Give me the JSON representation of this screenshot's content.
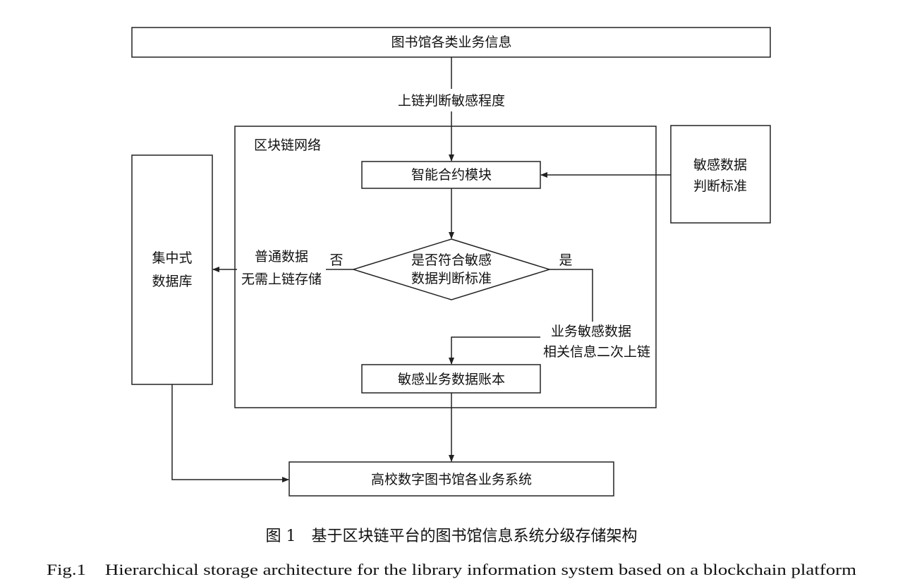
{
  "nodes": {
    "library_info": "图书馆各类业务信息",
    "blockchain_network": "区块链网络",
    "smart_contract": "智能合约模块",
    "sensitive_criteria_line1": "敏感数据",
    "sensitive_criteria_line2": "判断标准",
    "decision_line1": "是否符合敏感",
    "decision_line2": "数据判断标准",
    "central_db_line1": "集中式",
    "central_db_line2": "数据库",
    "sensitive_ledger": "敏感业务数据账本",
    "library_systems": "高校数字图书馆各业务系统"
  },
  "edge_labels": {
    "onchain_check": "上链判断敏感程度",
    "no": "否",
    "yes": "是",
    "normal_line1": "普通数据",
    "normal_line2": "无需上链存储",
    "sensitive_line1": "业务敏感数据",
    "sensitive_line2": "相关信息二次上链"
  },
  "caption": {
    "cn": "图 1　基于区块链平台的图书馆信息系统分级存储架构",
    "en": "Fig.1　Hierarchical storage architecture for the library information system based on a blockchain platform"
  }
}
